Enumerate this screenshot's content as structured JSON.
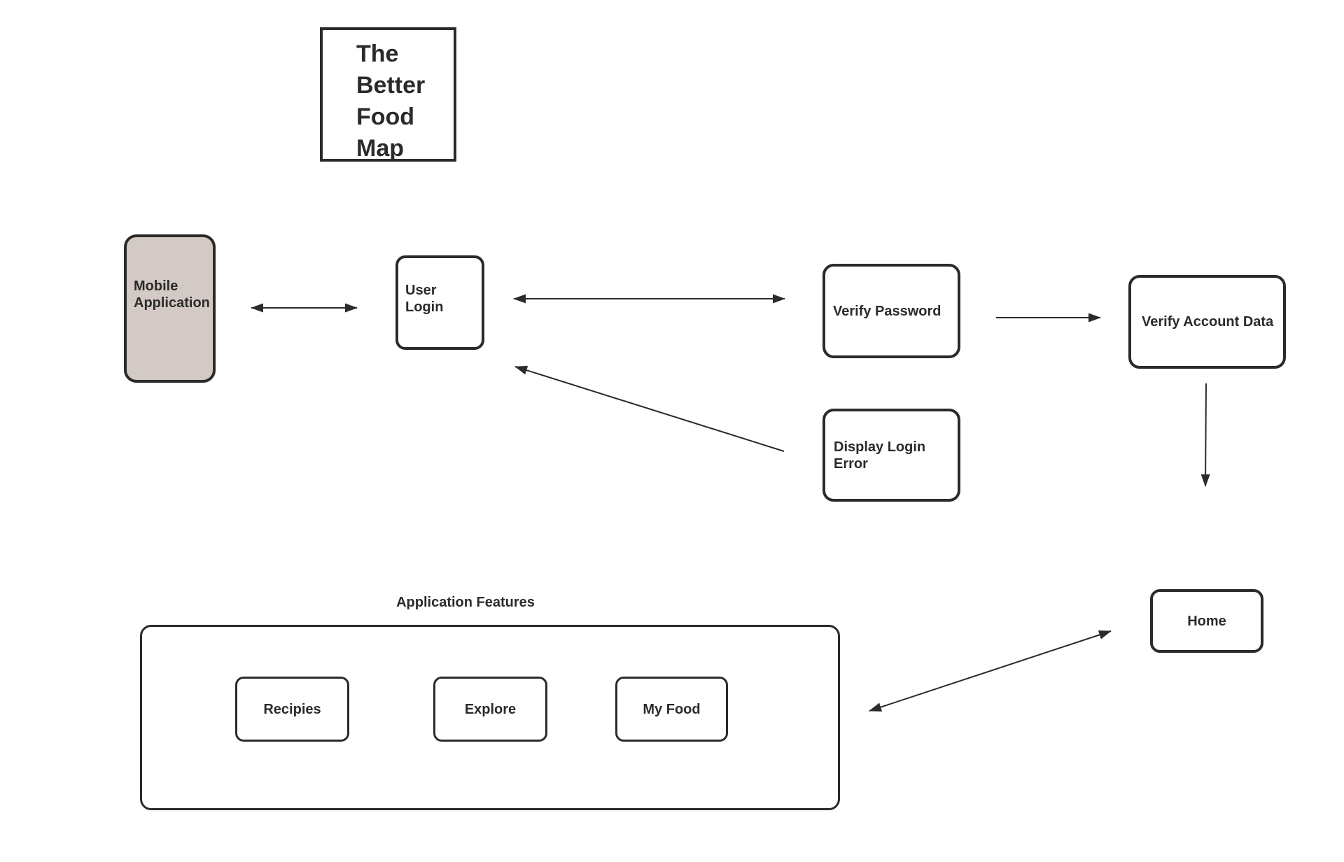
{
  "diagram": {
    "title": "The Better Food Map",
    "section_label": "Application Features",
    "nodes": {
      "mobile": {
        "label": "Mobile Application"
      },
      "user_login": {
        "label": "User Login"
      },
      "verify_password": {
        "label": "Verify Password"
      },
      "verify_account": {
        "label": "Verify Account Data"
      },
      "display_error": {
        "label": "Display Login Error"
      },
      "home": {
        "label": "Home"
      },
      "recipies": {
        "label": "Recipies"
      },
      "explore": {
        "label": "Explore"
      },
      "my_food": {
        "label": "My Food"
      }
    },
    "edges": [
      {
        "from": "mobile",
        "to": "user_login",
        "direction": "both"
      },
      {
        "from": "user_login",
        "to": "verify_password",
        "direction": "both"
      },
      {
        "from": "verify_password",
        "to": "verify_account",
        "direction": "forward"
      },
      {
        "from": "display_error",
        "to": "user_login",
        "direction": "forward"
      },
      {
        "from": "verify_account",
        "to": "home",
        "direction": "forward"
      },
      {
        "from": "application_features",
        "to": "home",
        "direction": "both"
      }
    ],
    "colors": {
      "line": "#2b2b2b",
      "mobile_fill": "#d3c9c5",
      "node_fill": "#ffffff",
      "background": "#ffffff"
    }
  }
}
